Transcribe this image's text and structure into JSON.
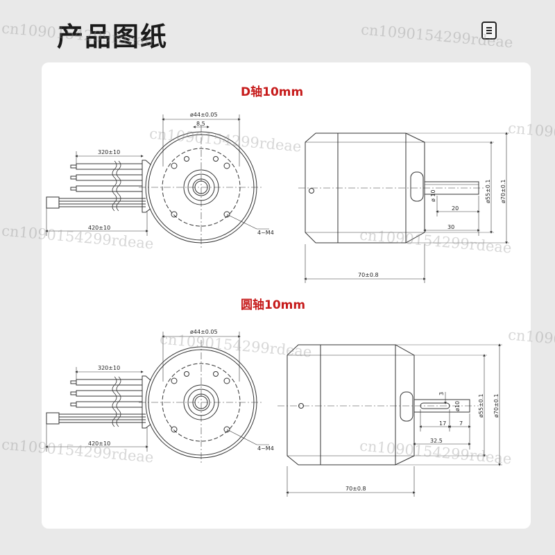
{
  "page": {
    "title": "产品图纸"
  },
  "sections": [
    {
      "heading": "D轴10mm",
      "dims": {
        "flange": "ø44±0.05",
        "key": "8.5",
        "lead1": "320±10",
        "lead2": "420±10",
        "holes": "4~M4",
        "shaft_dia": "ø 10",
        "inner_dia": "ø55±0.1",
        "outer_dia": "ø70±0.1",
        "shaft_len1": "20",
        "shaft_len2": "30",
        "body_len": "70±0.8"
      }
    },
    {
      "heading": "圆轴10mm",
      "dims": {
        "flange": "ø44±0.05",
        "lead1": "320±10",
        "lead2": "420±10",
        "holes": "4~M4",
        "key_w": "3",
        "shaft_dia": "ø10",
        "inner_dia": "ø55±0.1",
        "outer_dia": "ø70±0.1",
        "key_len": "17",
        "key_off": "7",
        "shaft_len": "32.5",
        "body_len": "70±0.8"
      }
    }
  ],
  "watermark": "cn1090154299rdeae"
}
